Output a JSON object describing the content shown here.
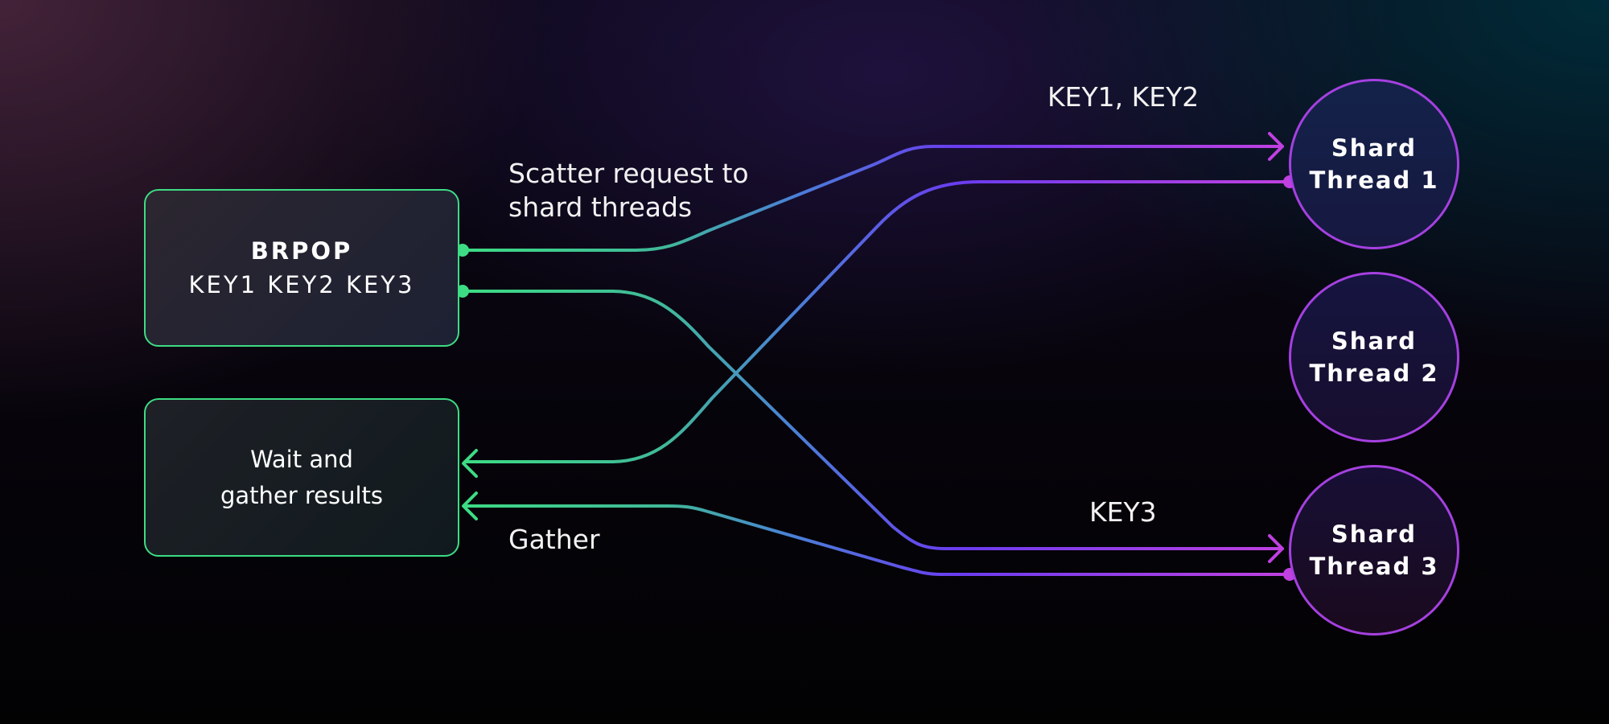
{
  "command_box": {
    "title": "BRPOP",
    "keys": "KEY1 KEY2 KEY3"
  },
  "gather_box": {
    "line1": "Wait and",
    "line2": "gather results"
  },
  "shards": [
    {
      "line1": "Shard",
      "line2": "Thread 1"
    },
    {
      "line1": "Shard",
      "line2": "Thread 2"
    },
    {
      "line1": "Shard",
      "line2": "Thread 3"
    }
  ],
  "labels": {
    "scatter_line1": "Scatter request to",
    "scatter_line2": "shard threads",
    "keys_to_shard1": "KEY1, KEY2",
    "keys_to_shard3": "KEY3",
    "gather": "Gather"
  },
  "colors": {
    "green": "#3ddc84",
    "blue": "#4a7fd8",
    "violet": "#6a3cf0",
    "magenta": "#c040e0"
  }
}
